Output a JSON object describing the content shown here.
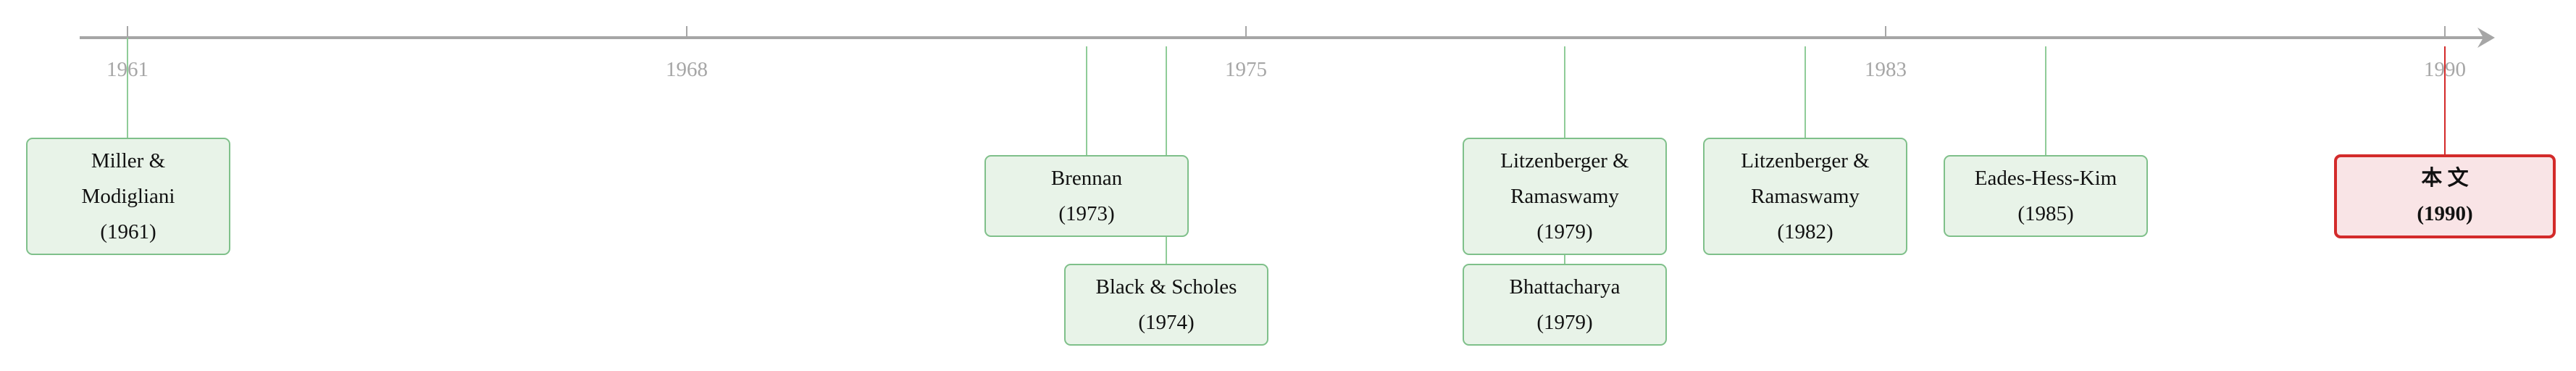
{
  "timeline": {
    "ticks": [
      "1961",
      "1968",
      "1975",
      "1983",
      "1990"
    ],
    "axis_color": "#a6a6a6",
    "connector_color": "#8fcc98",
    "highlight_color": "#d32a2a"
  },
  "works": [
    {
      "id": "miller",
      "lines": [
        "Miller &",
        "Modigliani",
        "(1961)"
      ]
    },
    {
      "id": "brennan",
      "lines": [
        "Brennan",
        "(1973)"
      ]
    },
    {
      "id": "black-scholes",
      "lines": [
        "Black & Scholes",
        "(1974)"
      ]
    },
    {
      "id": "litz1979",
      "lines": [
        "Litzenberger &",
        "Ramaswamy",
        "(1979)"
      ]
    },
    {
      "id": "bhattacharya",
      "lines": [
        "Bhattacharya",
        "(1979)"
      ]
    },
    {
      "id": "litz1982",
      "lines": [
        "Litzenberger &",
        "Ramaswamy",
        "(1982)"
      ]
    },
    {
      "id": "ehk",
      "lines": [
        "Eades-Hess-Kim",
        "(1985)"
      ]
    },
    {
      "id": "this-paper",
      "lines": [
        "本 文",
        "(1990)"
      ]
    }
  ]
}
